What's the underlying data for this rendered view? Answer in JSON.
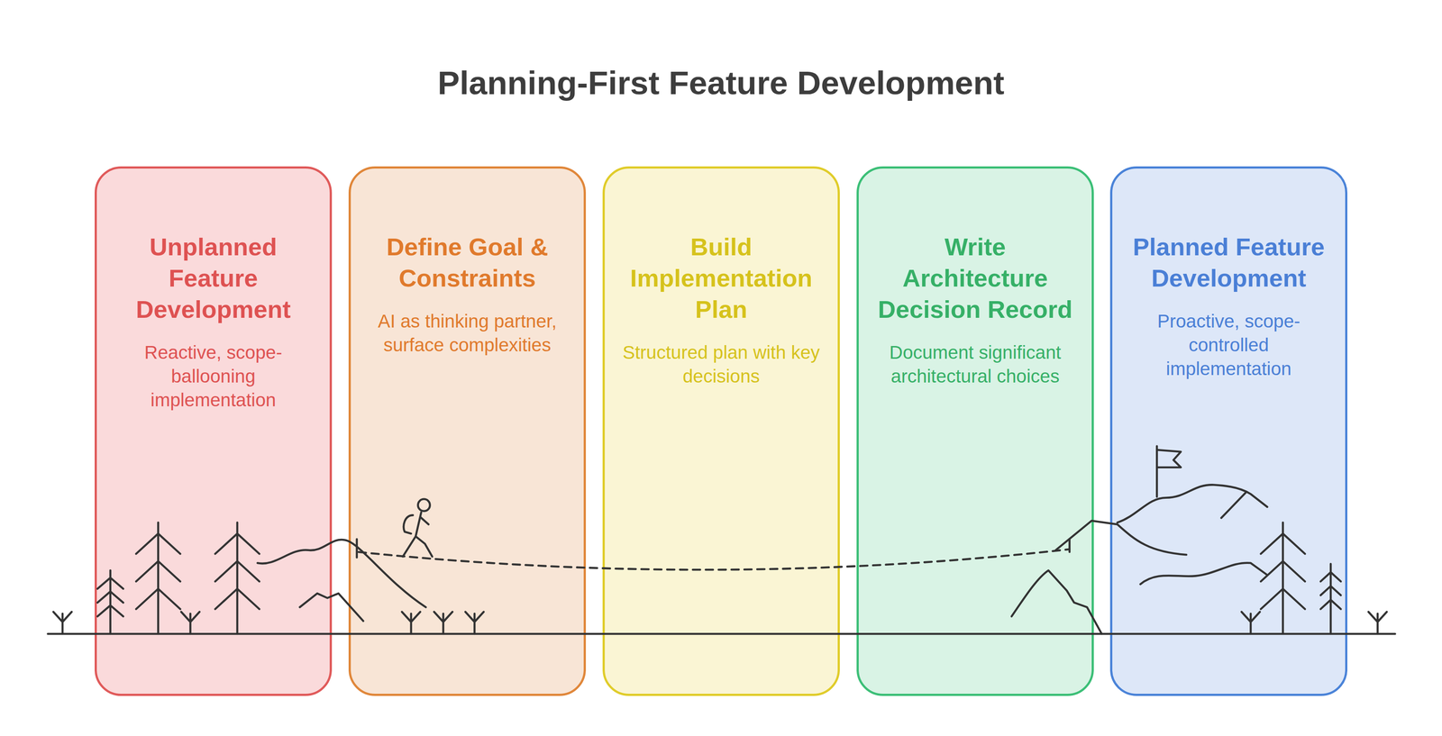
{
  "diagram": {
    "title": "Planning-First Feature Development",
    "nodes": [
      {
        "text": [
          "Unplanned Feature Development",
          "Reactive, scope-ballooning implementation"
        ]
      },
      {
        "text": [
          "Define Goal & Constraints",
          "AI as thinking partner, surface complexities"
        ]
      },
      {
        "text": [
          "Build Implementation Plan",
          "Structured plan with key decisions"
        ]
      },
      {
        "text": [
          "Write Architecture Decision Record",
          "Document significant architectural choices"
        ]
      },
      {
        "text": [
          "Planned Feature Development",
          "Proactive, scope-controlled implementation"
        ]
      }
    ]
  }
}
